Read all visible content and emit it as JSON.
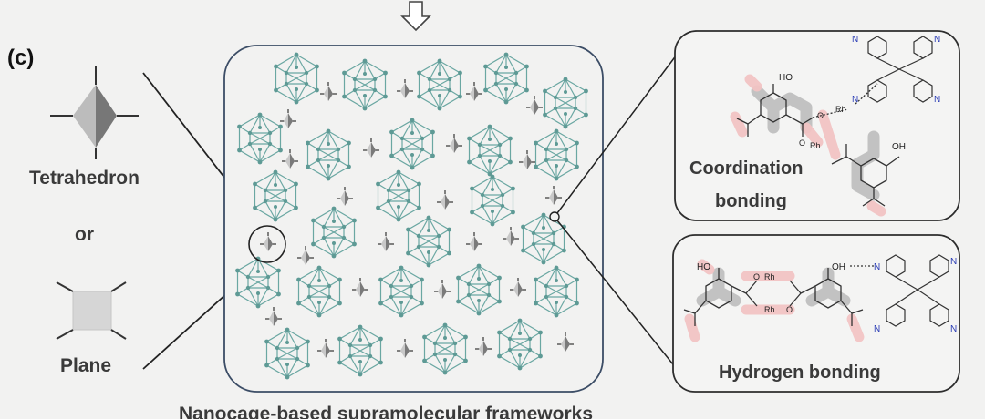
{
  "panel_label": "(c)",
  "shapes": {
    "tetrahedron_label": "Tetrahedron",
    "connector": "or",
    "plane_label": "Plane"
  },
  "framework": {
    "caption": "Nanocage-based supramolecular frameworks"
  },
  "coordination_panel": {
    "title_line1": "Coordination",
    "title_line2": "bonding",
    "atoms": {
      "hydroxyl": "HO",
      "hydroxyl_right": "OH",
      "rhodium": "Rh",
      "oxygen": "O",
      "nitrogen": "N"
    }
  },
  "hydrogen_panel": {
    "title": "Hydrogen bonding",
    "atoms": {
      "hydroxyl": "HO",
      "hydroxyl_right": "OH",
      "rhodium": "Rh",
      "oxygen": "O",
      "nitrogen": "N"
    }
  },
  "colors": {
    "cage": "#7fb5b0",
    "cage_node": "#5e9a95",
    "linker": "#9a9a9a",
    "highlight_gray": "#bdbdbd",
    "highlight_pink": "#f2c4c4",
    "nitrogen": "#2a3cb5",
    "border": "#3c4d66"
  }
}
